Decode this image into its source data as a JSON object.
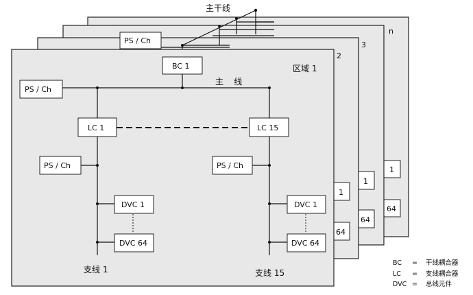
{
  "colors": {
    "panel_fill": "#e8e8e8",
    "panel_stroke": "#222222",
    "box_fill": "#ffffff",
    "line": "#111111"
  },
  "diagram": {
    "trunk_label": "主干线",
    "back_panels": [
      {
        "label": "n",
        "side_boxes": [
          "1",
          "64"
        ]
      },
      {
        "label": "3",
        "side_boxes": [
          "1",
          "64"
        ]
      },
      {
        "label": "2",
        "side_boxes": [
          "1",
          "64"
        ]
      }
    ],
    "back_ps": "PS / Ch",
    "front": {
      "area_label": "区域 1",
      "bc": "BC 1",
      "main_line_label": "主    线",
      "ps_main": "PS / Ch",
      "lc_left": "LC 1",
      "lc_right": "LC 15",
      "ps_left": "PS / Ch",
      "ps_right": "PS / Ch",
      "dvc_left_top": "DVC 1",
      "dvc_left_bottom": "DVC 64",
      "dvc_right_top": "DVC 1",
      "dvc_right_bottom": "DVC 64",
      "branch_left": "支线 1",
      "branch_right": "支线 15"
    }
  },
  "legend": [
    {
      "abbr": "BC",
      "eq": "=",
      "desc": "干线耦合器"
    },
    {
      "abbr": "LC",
      "eq": "=",
      "desc": "支线耦合器"
    },
    {
      "abbr": "DVC",
      "eq": "=",
      "desc": "总线元件"
    }
  ]
}
